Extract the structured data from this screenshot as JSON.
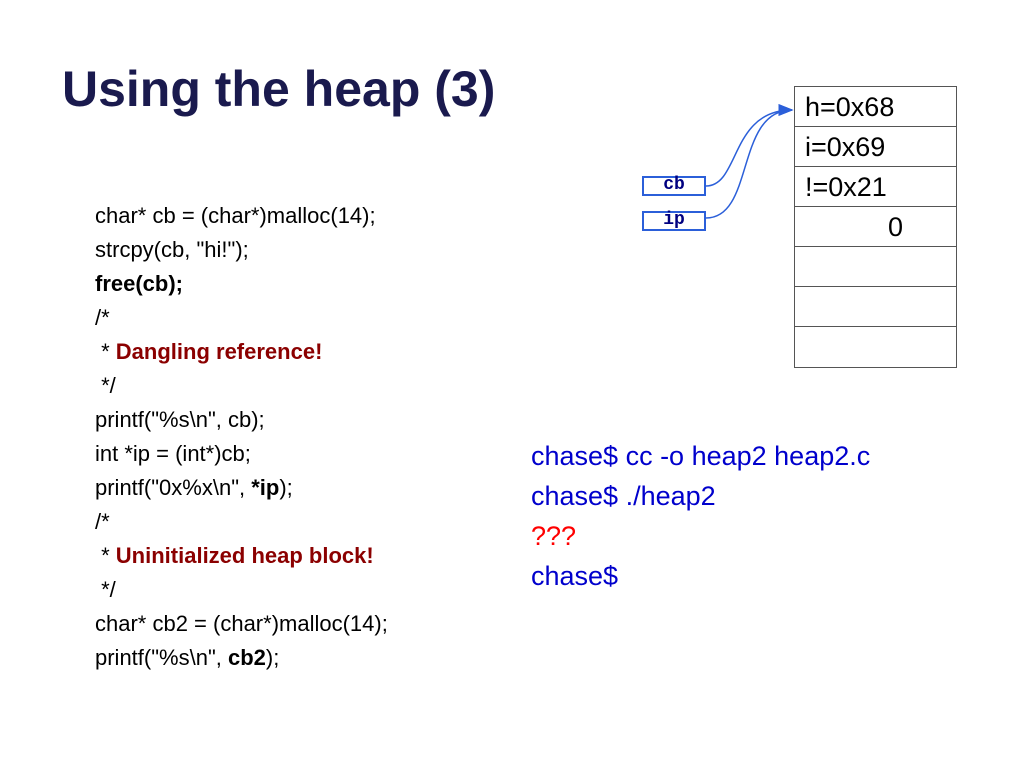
{
  "slide": {
    "title": "Using the heap (3)"
  },
  "code_lines": [
    {
      "text": "char* cb = (char*)malloc(14);"
    },
    {
      "text": "strcpy(cb, \"hi!\");"
    },
    {
      "text": "free(cb);"
    },
    {
      "text": "/*"
    },
    {
      "prefix": " * ",
      "highlight": "Dangling reference!"
    },
    {
      "text": " */"
    },
    {
      "text": "printf(\"%s\\n\", cb);"
    },
    {
      "text": "int *ip = (int*)cb;"
    },
    {
      "prefix": "printf(\"0x%x\\n\", ",
      "bold": "*ip",
      "suffix": ");"
    },
    {
      "text": "/*"
    },
    {
      "prefix": " * ",
      "highlight": "Uninitialized heap block!"
    },
    {
      "text": " */"
    },
    {
      "text": "char* cb2 = (char*)malloc(14);"
    },
    {
      "prefix": "printf(\"%s\\n\", ",
      "bold": "cb2",
      "suffix": ");"
    }
  ],
  "heap_cells": [
    "h=0x68",
    "i=0x69",
    "!=0x21",
    "0",
    "",
    "",
    ""
  ],
  "pointers": {
    "cb": "cb",
    "ip": "ip"
  },
  "terminal": {
    "line1": "chase$ cc -o heap2 heap2.c",
    "line2": "chase$ ./heap2",
    "line3": "???",
    "line4": "chase$"
  },
  "colors": {
    "title": "#1a1a4e",
    "highlight": "#8b0000",
    "terminal": "#0000cc",
    "unknown_output": "#ff0000",
    "pointer_border": "#2b5fd9"
  }
}
